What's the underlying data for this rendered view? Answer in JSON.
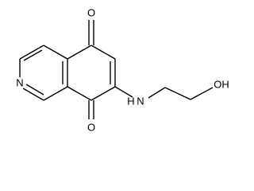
{
  "structure": {
    "atoms": {
      "O_top": "O",
      "N_ring": "N",
      "NH_amine": "N",
      "H_amine": "H",
      "OH_group": "OH",
      "O_bottom": "O"
    }
  }
}
